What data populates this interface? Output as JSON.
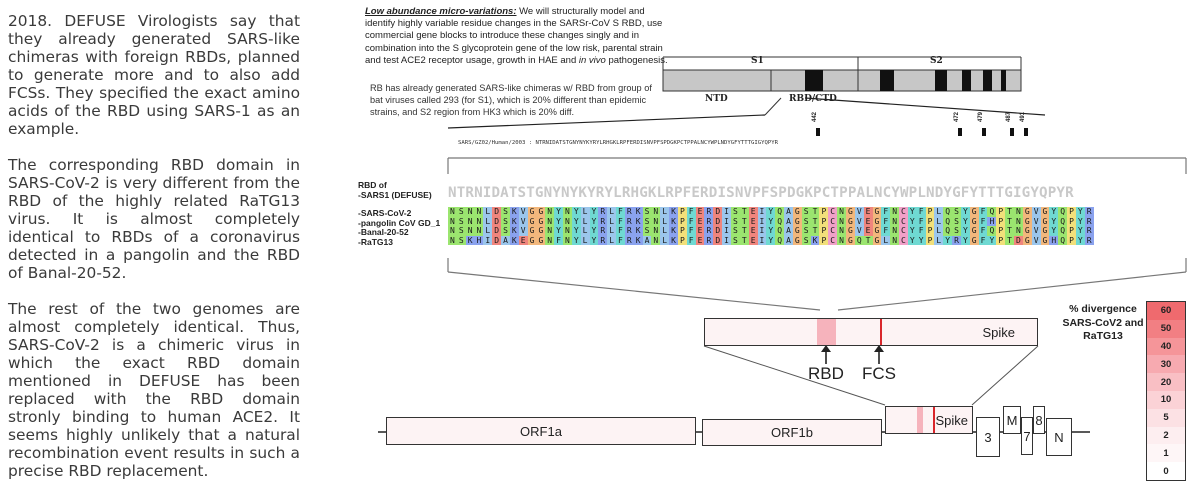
{
  "left_text": {
    "p1": "2018. DEFUSE Virologists say that they already generated SARS-like chimeras with foreign RBDs, planned to generate more and to also add FCSs. They specified the exact amino acids of the RBD using SARS-1 as an example.",
    "p2": "The corresponding RBD domain in SARS-CoV-2 is very different from the RBD of the highly related RaTG13 virus. It is almost completely identical to RBDs of a coronavirus detected in a pangolin and the RBD of Banal-20-52.",
    "p3": "The rest of the two genomes are almost completely identical. Thus, SARS-CoV-2 is a chimeric virus in which the exact RBD domain mentioned in DEFUSE has been replaced with the RBD domain stronly binding to human ACE2. It seems highly unlikely that a natural recombination event results in such a precise RBD replacement."
  },
  "excerpt": {
    "title": "Low abundance micro-variations:",
    "body_a": " We will structurally model and identify highly variable residue changes in the SARSr-CoV S RBD, use commercial gene blocks to introduce these changes singly and in combination into the S glycoprotein gene of the low risk, parental strain and test ACE2 receptor usage, growth in HAE and ",
    "body_italic": "in vivo",
    "body_b": " pathogenesis.",
    "note": "RB has already generated SARS-like chimeras w/ RBD from group of bat viruses called 293 (for S1), which is 20% different than epidemic strains, and S2 region from HK3 which is 20% diff."
  },
  "domain_map": {
    "s1": "S1",
    "s2": "S2",
    "ntd": "NTD",
    "rbd_ctd": "RBD/CTD",
    "positions": [
      "442",
      "472",
      "479",
      "487",
      "491"
    ],
    "ref_sequence": "SARS/GZ02/Human/2003 : NTRNIDATSTGNYNYKYRYLRHGKLRPFERDISNVPFSPDGKPCTPPALNCYWPLNDYGFYTTTGIGYQPYR"
  },
  "alignment": {
    "defuse_label_1": "RBD of",
    "defuse_label_2": "-SARS1 (DEFUSE)",
    "defuse_sequence": "NTRNIDATSTGNYNYKYRYLRHGKLRPFERDISNVPFSPDGKPCTPPALNCYWPLNDYGFYTTTGIGYQPYR",
    "rows": [
      {
        "label": "-SARS-CoV-2",
        "seq": "NSNNLDSKVGGNYNYLYRLFRKSNLKPFERDISTEIYQAGSTPCNGVEGFNCYFPLQSYGFQPTNGVGYQPYR"
      },
      {
        "label": "-pangolin CoV GD_1",
        "seq": "NSNNLDSKVGGNYNYLYRLFRKSNLKPFERDISTEIYQAGSTPCNGVEGFNCYFPLQSYGFHPTNGVGYQPYR"
      },
      {
        "label": "-Banal-20-52",
        "seq": "NSNNLDSKVGGNYNYLYRLFRKSNLKPFERDISTEIYQAGSTPCNGVEGFNCYFPLQSYGFQPTNGVGYQPYR"
      },
      {
        "label": "-RaTG13",
        "seq": "NSKHIDAKEGGNFNYLYRLFRKANLKPFERDISTEIYQAGSKPCNGQTGLNCYYPLYRYGFYPTDGVGHQPYR"
      }
    ],
    "colors": {
      "N": "#9be56f",
      "S": "#9be56f",
      "T": "#9be56f",
      "Q": "#9be56f",
      "D": "#f0857d",
      "E": "#f0857d",
      "K": "#8aa2ee",
      "R": "#8aa2ee",
      "H": "#8aa2ee",
      "L": "#9bc6ec",
      "I": "#9bc6ec",
      "V": "#9bc6ec",
      "M": "#9bc6ec",
      "A": "#9bc6ec",
      "F": "#6fd9d2",
      "Y": "#6fd9d2",
      "W": "#6fd9d2",
      "G": "#f2b77c",
      "P": "#f2e07a",
      "C": "#f1a0c8"
    }
  },
  "spike_detail": {
    "label": "Spike",
    "rbd_label": "RBD",
    "fcs_label": "FCS",
    "rbd_color": "#f6b3bc",
    "fcs_color": "#d9262b"
  },
  "genome": {
    "orf1a": "ORF1a",
    "orf1b": "ORF1b",
    "spike": "Spike",
    "orf3": "3",
    "m": "M",
    "orf7": "7",
    "orf8": "8",
    "n": "N"
  },
  "legend": {
    "title": "% divergence SARS-CoV2 and RaTG13",
    "levels": [
      {
        "value": "60",
        "color": "#ef6a6e"
      },
      {
        "value": "50",
        "color": "#f27f83"
      },
      {
        "value": "40",
        "color": "#f59599"
      },
      {
        "value": "30",
        "color": "#f7aab0"
      },
      {
        "value": "20",
        "color": "#f9bfc4"
      },
      {
        "value": "10",
        "color": "#fbd2d6"
      },
      {
        "value": "5",
        "color": "#fce1e4"
      },
      {
        "value": "2",
        "color": "#fdeef0"
      },
      {
        "value": "1",
        "color": "#fef6f7"
      },
      {
        "value": "0",
        "color": "#ffffff"
      }
    ]
  }
}
